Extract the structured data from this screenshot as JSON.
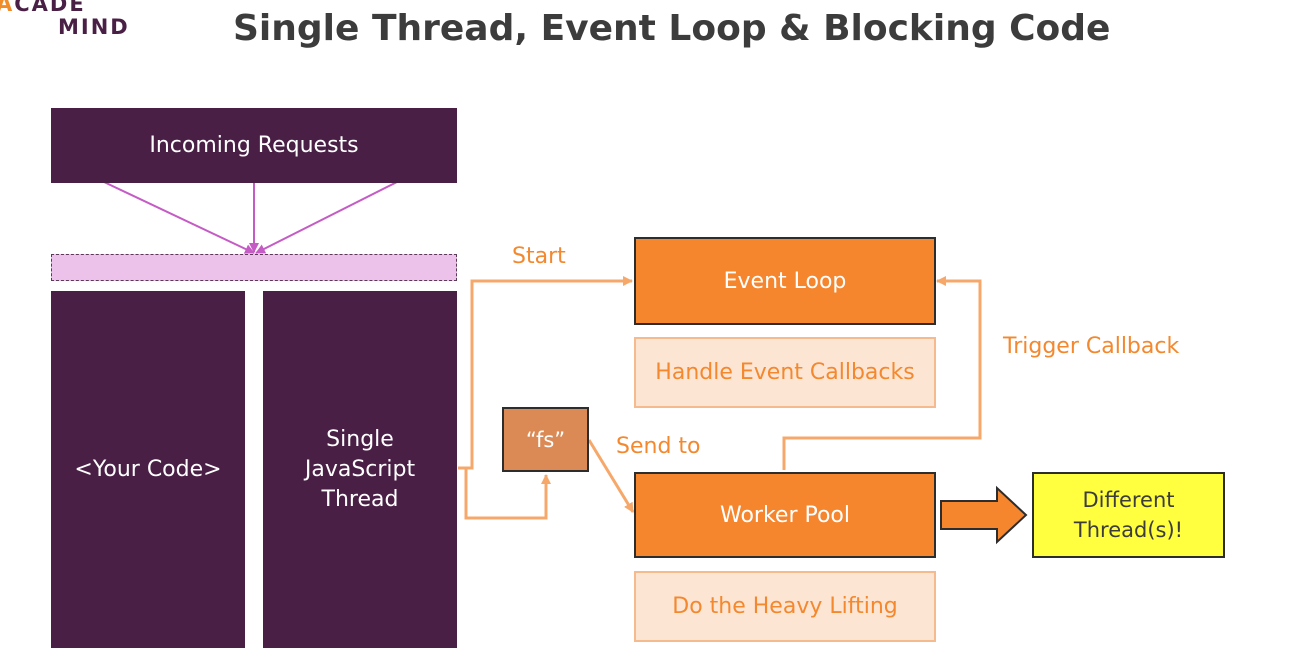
{
  "logo": {
    "line1_accent": "A",
    "line1_rest": "CADE",
    "line2": "MIND"
  },
  "title": "Single Thread, Event Loop & Blocking Code",
  "nodes": {
    "incoming": "Incoming Requests",
    "your_code": "<Your Code>",
    "js_thread": "Single\nJavaScript\nThread",
    "event_loop": "Event Loop",
    "handle_callbacks": "Handle Event Callbacks",
    "fs": "“fs”",
    "worker_pool": "Worker Pool",
    "heavy_lifting": "Do the Heavy Lifting",
    "different_threads": "Different\nThread(s)!"
  },
  "edge_labels": {
    "start": "Start",
    "send_to": "Send to",
    "trigger_callback": "Trigger Callback"
  },
  "colors": {
    "purple": "#4a1f46",
    "orange": "#f6862d",
    "light_orange": "#fde5d4",
    "fs_box": "#db8a55",
    "yellow": "#ffff40",
    "pink_arrow": "#c55bc5",
    "orange_line": "#f6a86a"
  }
}
